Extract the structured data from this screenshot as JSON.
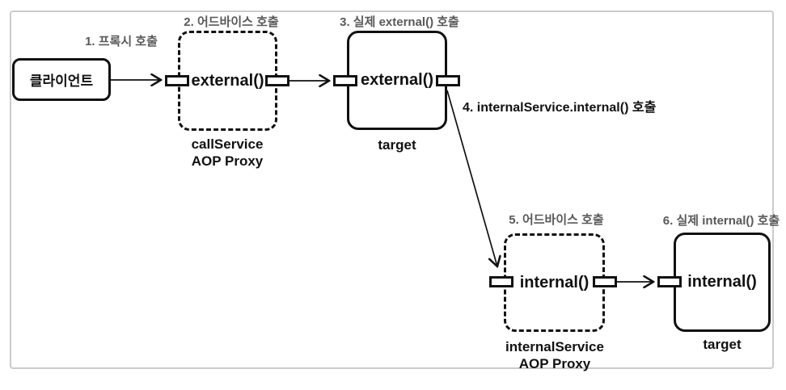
{
  "diagram": {
    "client_label": "클라이언트",
    "labels": {
      "step1": "1. 프록시 호출",
      "step2": "2. 어드바이스 호출",
      "step3": "3. 실제 external() 호출",
      "step4": "4. internalService.internal() 호출",
      "step5": "5. 어드바이스 호출",
      "step6": "6. 실제 internal() 호출"
    },
    "call_service_proxy": {
      "method": "external()",
      "caption_line1": "callService",
      "caption_line2": "AOP Proxy"
    },
    "external_target": {
      "method": "external()",
      "caption": "target"
    },
    "internal_service_proxy": {
      "method": "internal()",
      "caption_line1": "internalService",
      "caption_line2": "AOP Proxy"
    },
    "internal_target": {
      "method": "internal()",
      "caption": "target"
    },
    "colors": {
      "line": "#111111",
      "label_gray": "#595959",
      "label_black": "#111111",
      "frame_border": "#cbcbcb",
      "bg": "#ffffff"
    }
  }
}
